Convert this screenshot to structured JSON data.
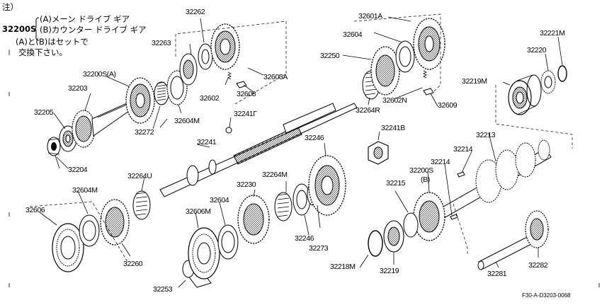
{
  "note": {
    "heading": "注）",
    "group_part": "32200S",
    "line_a": "(A)メーン ドライブ ギア",
    "line_b": "(B)カウンター ドライブ ギア",
    "line_c": "(A)と(B)はセットで",
    "line_d": "交換下さい。"
  },
  "reference_code": "F30-A-D3203-0068",
  "callouts": {
    "c32262": "32262",
    "c32263": "32263",
    "c32605A": "32605A",
    "c32602": "32602",
    "c32608": "32608",
    "c32200S_A": "32200S(A)",
    "c32203": "32203",
    "c32205": "32205",
    "c32204": "32204",
    "c32272": "32272",
    "c32604M_top": "32604M",
    "c32241T": "32241Γ",
    "c32241": "32241",
    "c32601A": "32601A",
    "c32604_top": "32604",
    "c32250": "32250",
    "c32602N": "32602N",
    "c32609": "32609",
    "c32264R": "32264R",
    "c32221M": "32221M",
    "c32220": "32220",
    "c32219M": "32219M",
    "c32241B": "32241B",
    "c32246_top": "32246",
    "c32264M": "32264M",
    "c32230": "32230",
    "c32264U": "32264U",
    "c32604M_left": "32604M",
    "c32606": "32606",
    "c32260": "32260",
    "c32606M": "32606M",
    "c32604_bot": "32604",
    "c32253": "32253",
    "c32246_bot": "32246",
    "c32273": "32273",
    "c32213": "32213",
    "c32214_a": "32214",
    "c32214_b": "32214",
    "c32200S_B_num": "32200S",
    "c32200S_B_tag": "(B)",
    "c32215": "32215",
    "c32218M": "32218M",
    "c32219": "32219",
    "c32281": "32281",
    "c32282": "32282"
  }
}
